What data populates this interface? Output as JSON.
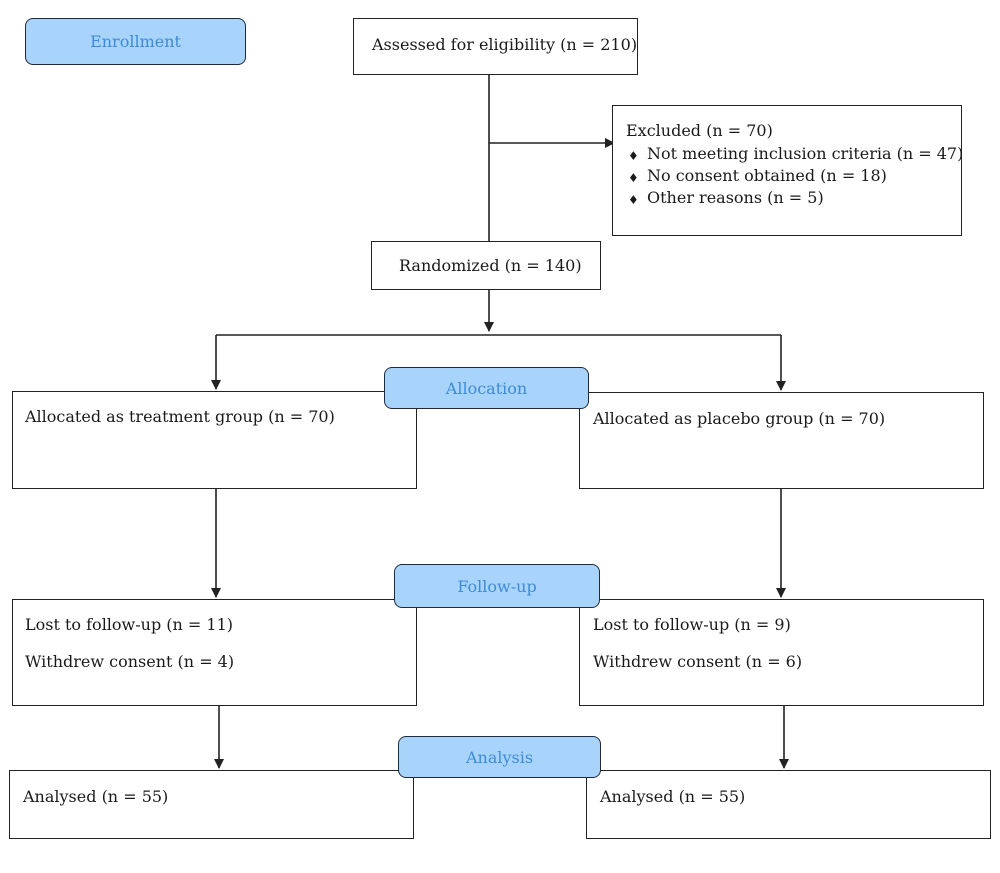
{
  "phases": {
    "enrollment": "Enrollment",
    "allocation": "Allocation",
    "follow_up": "Follow-up",
    "analysis": "Analysis"
  },
  "boxes": {
    "assessed": "Assessed for eligibility (n = 210)",
    "excluded": {
      "title": "Excluded (n = 70)",
      "reasons": [
        "Not meeting inclusion criteria (n = 47)",
        "No consent obtained (n = 18)",
        "Other reasons (n = 5)"
      ],
      "bullet_symbol": "♦"
    },
    "randomized": "Randomized (n = 140)",
    "treatment": {
      "allocated": "Allocated as treatment group (n = 70)",
      "lost": "Lost to follow-up (n = 11)",
      "withdrew": "Withdrew consent (n = 4)",
      "analysed": "Analysed (n = 55)"
    },
    "placebo": {
      "allocated": "Allocated as placebo group (n = 70)",
      "lost": "Lost to follow-up (n = 9)",
      "withdrew": "Withdrew consent (n = 6)",
      "analysed": "Analysed (n = 55)"
    }
  },
  "colors": {
    "phase_fill": "#a8d4fb",
    "phase_text": "#3f8bd6",
    "line": "#222222"
  }
}
